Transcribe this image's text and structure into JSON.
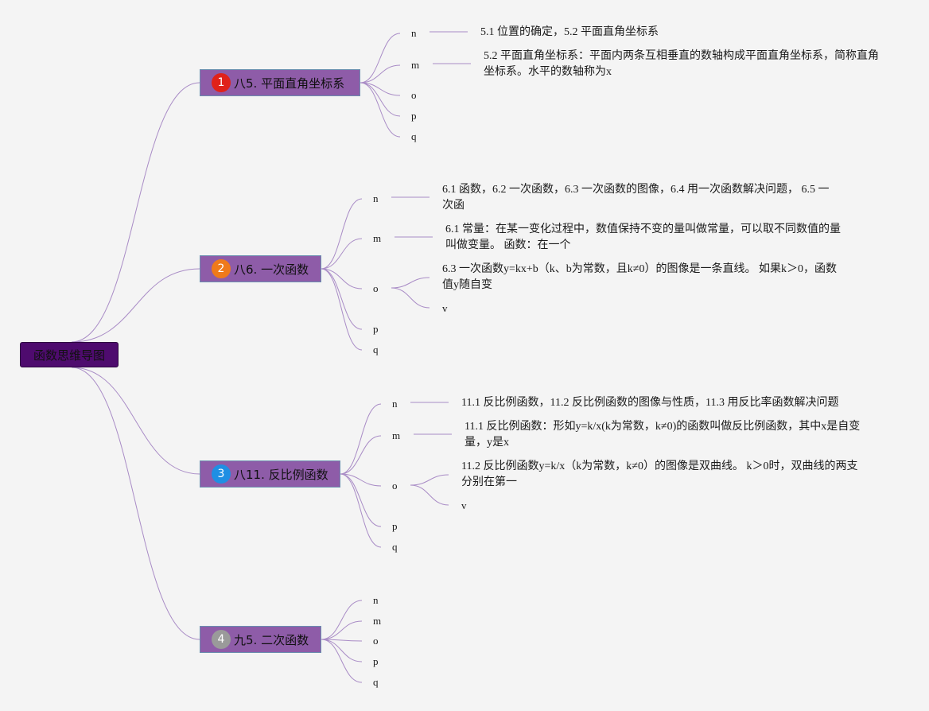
{
  "root": {
    "label": "函数思维导图"
  },
  "colors": {
    "root": "#4e0b6e",
    "branch": "#8e5ca8",
    "line": "#a98cc6"
  },
  "branches": [
    {
      "label": "八5. 平面直角坐标系",
      "badge": "1",
      "badge_color": "#e0221a",
      "leaves": [
        "n",
        "m",
        "o",
        "p",
        "q"
      ],
      "notes": {
        "n": "5.1 位置的确定，5.2 平面直角坐标系",
        "m": "5.2 平面直角坐标系：平面内两条互相垂直的数轴构成平面直角坐标系，简称直角坐标系。水平的数轴称为x"
      }
    },
    {
      "label": "八6. 一次函数",
      "badge": "2",
      "badge_color": "#ef7a1b",
      "leaves": [
        "n",
        "m",
        "o",
        "p",
        "q"
      ],
      "notes": {
        "n": "6.1 函数，6.2 一次函数，6.3 一次函数的图像，6.4 用一次函数解决问题， 6.5 一次函",
        "m": "6.1 常量：在某一变化过程中，数值保持不变的量叫做常量，可以取不同数值的量叫做变量。 函数：在一个",
        "o": "6.3 一次函数y=kx+b（k、b为常数，且k≠0）的图像是一条直线。 如果k＞0，函数值y随自变",
        "v": "v"
      }
    },
    {
      "label": "八11. 反比例函数",
      "badge": "3",
      "badge_color": "#1f8fe3",
      "leaves": [
        "n",
        "m",
        "o",
        "p",
        "q"
      ],
      "notes": {
        "n": "11.1 反比例函数，11.2 反比例函数的图像与性质，11.3 用反比率函数解决问题",
        "m": "11.1 反比例函数：形如y=k/x(k为常数，k≠0)的函数叫做反比例函数，其中x是自变量，y是x",
        "o": "11.2 反比例函数y=k/x（k为常数，k≠0）的图像是双曲线。 k＞0时，双曲线的两支分别在第一",
        "v": "v"
      }
    },
    {
      "label": "九5. 二次函数",
      "badge": "4",
      "badge_color": "#9a9a9a",
      "leaves": [
        "n",
        "m",
        "o",
        "p",
        "q"
      ],
      "notes": {}
    }
  ]
}
